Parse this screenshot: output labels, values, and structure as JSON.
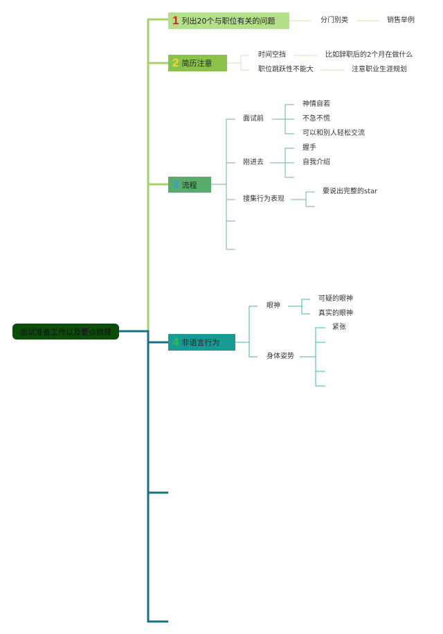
{
  "root": "面试准备工作以及要点梳理",
  "colors": {
    "root": "#0d4d0a",
    "n1": "#b5e08a",
    "n2": "#8bc34a",
    "n3": "#5aab6a",
    "n4": "#1a9a94"
  },
  "n1": {
    "num": "1",
    "label": "列出20个与职位有关的问题",
    "child": "分门别类",
    "grandchild": "销售举例"
  },
  "n2": {
    "num": "2",
    "label": "简历注意",
    "c1": "时间空挡",
    "c1a": "比如辞职后的2个月在做什么",
    "c2": "职位跳跃性不能大",
    "c2a": "注意职业生涯规划"
  },
  "n3": {
    "num": "3",
    "label": "流程",
    "c1": "面试前",
    "c1items": [
      "神情自若",
      "不急不慌",
      "可以和别人轻松交流"
    ],
    "c2": "刚进去",
    "c2items": [
      "握手",
      "自我介绍"
    ],
    "c3": "搜集行为表现",
    "c3items": [
      "要说出完整的star"
    ]
  },
  "n4": {
    "num": "4",
    "label": "非语言行为",
    "c1": "眼神",
    "c1items": [
      "可疑的眼神",
      "真实的眼神"
    ],
    "c2": "身体姿势",
    "c2items": [
      "紧张"
    ]
  }
}
